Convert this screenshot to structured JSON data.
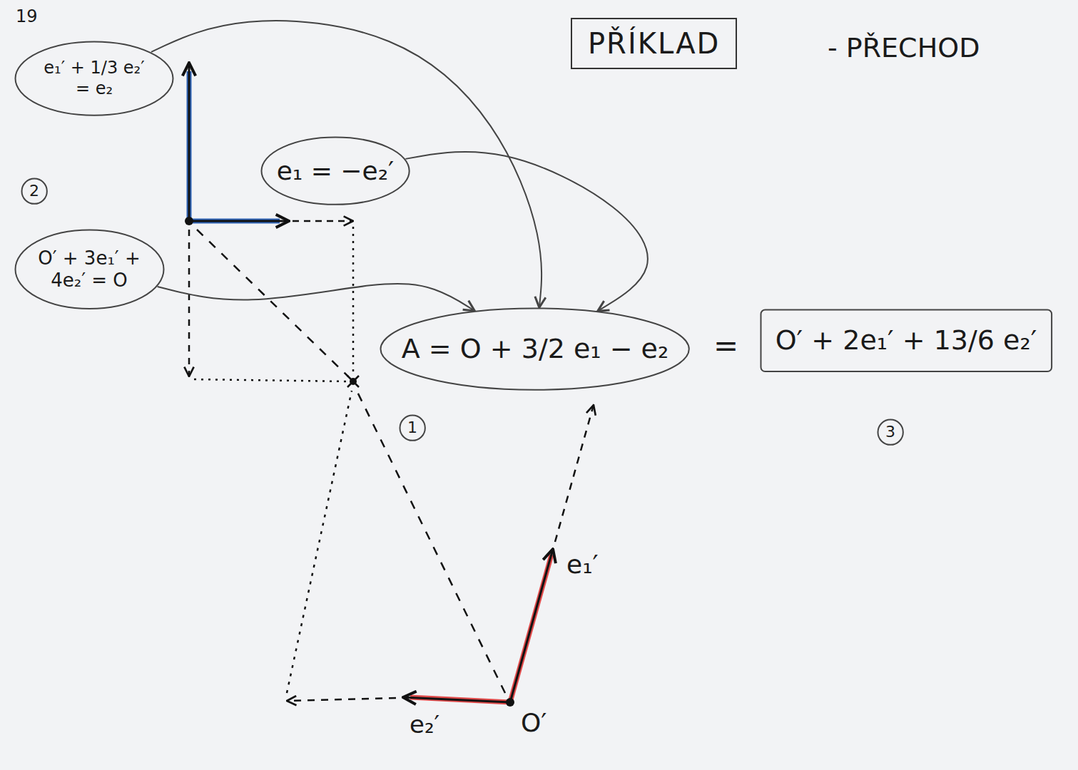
{
  "diagram": {
    "title": "PŘÍKLAD",
    "nodes": [
      {
        "text": [
          "e₁′ + 1/3 e₂′ = e₂"
        ]
      },
      {
        "text": [
          "e₁ = −e₂′"
        ]
      },
      {
        "text": [
          "2"
        ]
      },
      {
        "text": [
          "O′ + 3e₁′ + 4e₂′ = O"
        ]
      },
      {
        "text": [
          "A = O + 3/2 e₁ − e₂"
        ]
      },
      {
        "text": [
          "O′ + 2e₁′ + 13/6 e₂′"
        ]
      },
      {
        "text": [
          "1"
        ]
      },
      {
        "text": [
          "3"
        ]
      }
    ],
    "edges": [
      {
        "from": 0,
        "to": 4,
        "arrow": "to"
      },
      {
        "from": 1,
        "to": 4,
        "arrow": "to"
      },
      {
        "from": 3,
        "to": 4,
        "arrow": "to"
      }
    ],
    "labels": [
      "19",
      "- PŘECHOD",
      "=",
      "e₁′",
      "e₂′",
      "O′"
    ]
  }
}
